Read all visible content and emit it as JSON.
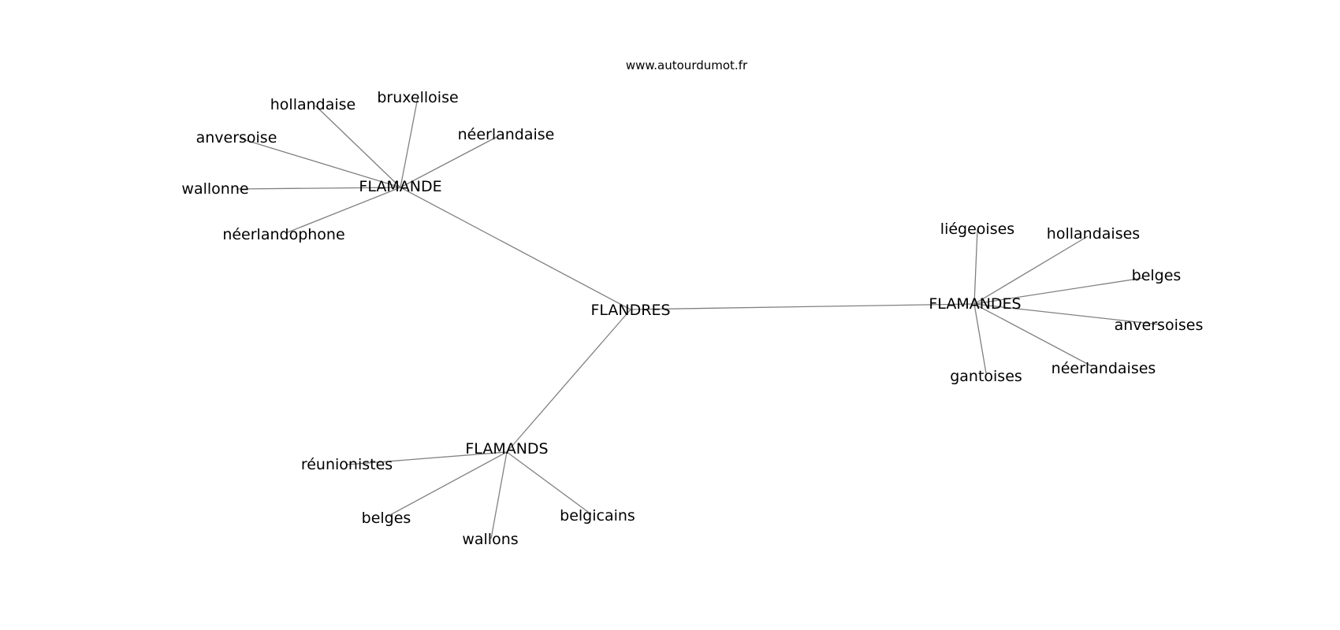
{
  "watermark": "www.autourdumot.fr",
  "colors": {
    "edge": "#808080",
    "text": "#000000",
    "background": "#ffffff"
  },
  "graph": {
    "center": "FLANDRES",
    "clusters": [
      {
        "hub": "FLAMANDE",
        "leaves": [
          "hollandaise",
          "bruxelloise",
          "néerlandaise",
          "anversoise",
          "wallonne",
          "néerlandophone"
        ]
      },
      {
        "hub": "FLAMANDES",
        "leaves": [
          "liégeoises",
          "hollandaises",
          "belges",
          "anversoises",
          "néerlandaises",
          "gantoises"
        ]
      },
      {
        "hub": "FLAMANDS",
        "leaves": [
          "réunionistes",
          "belges",
          "wallons",
          "belgicains"
        ]
      }
    ]
  }
}
